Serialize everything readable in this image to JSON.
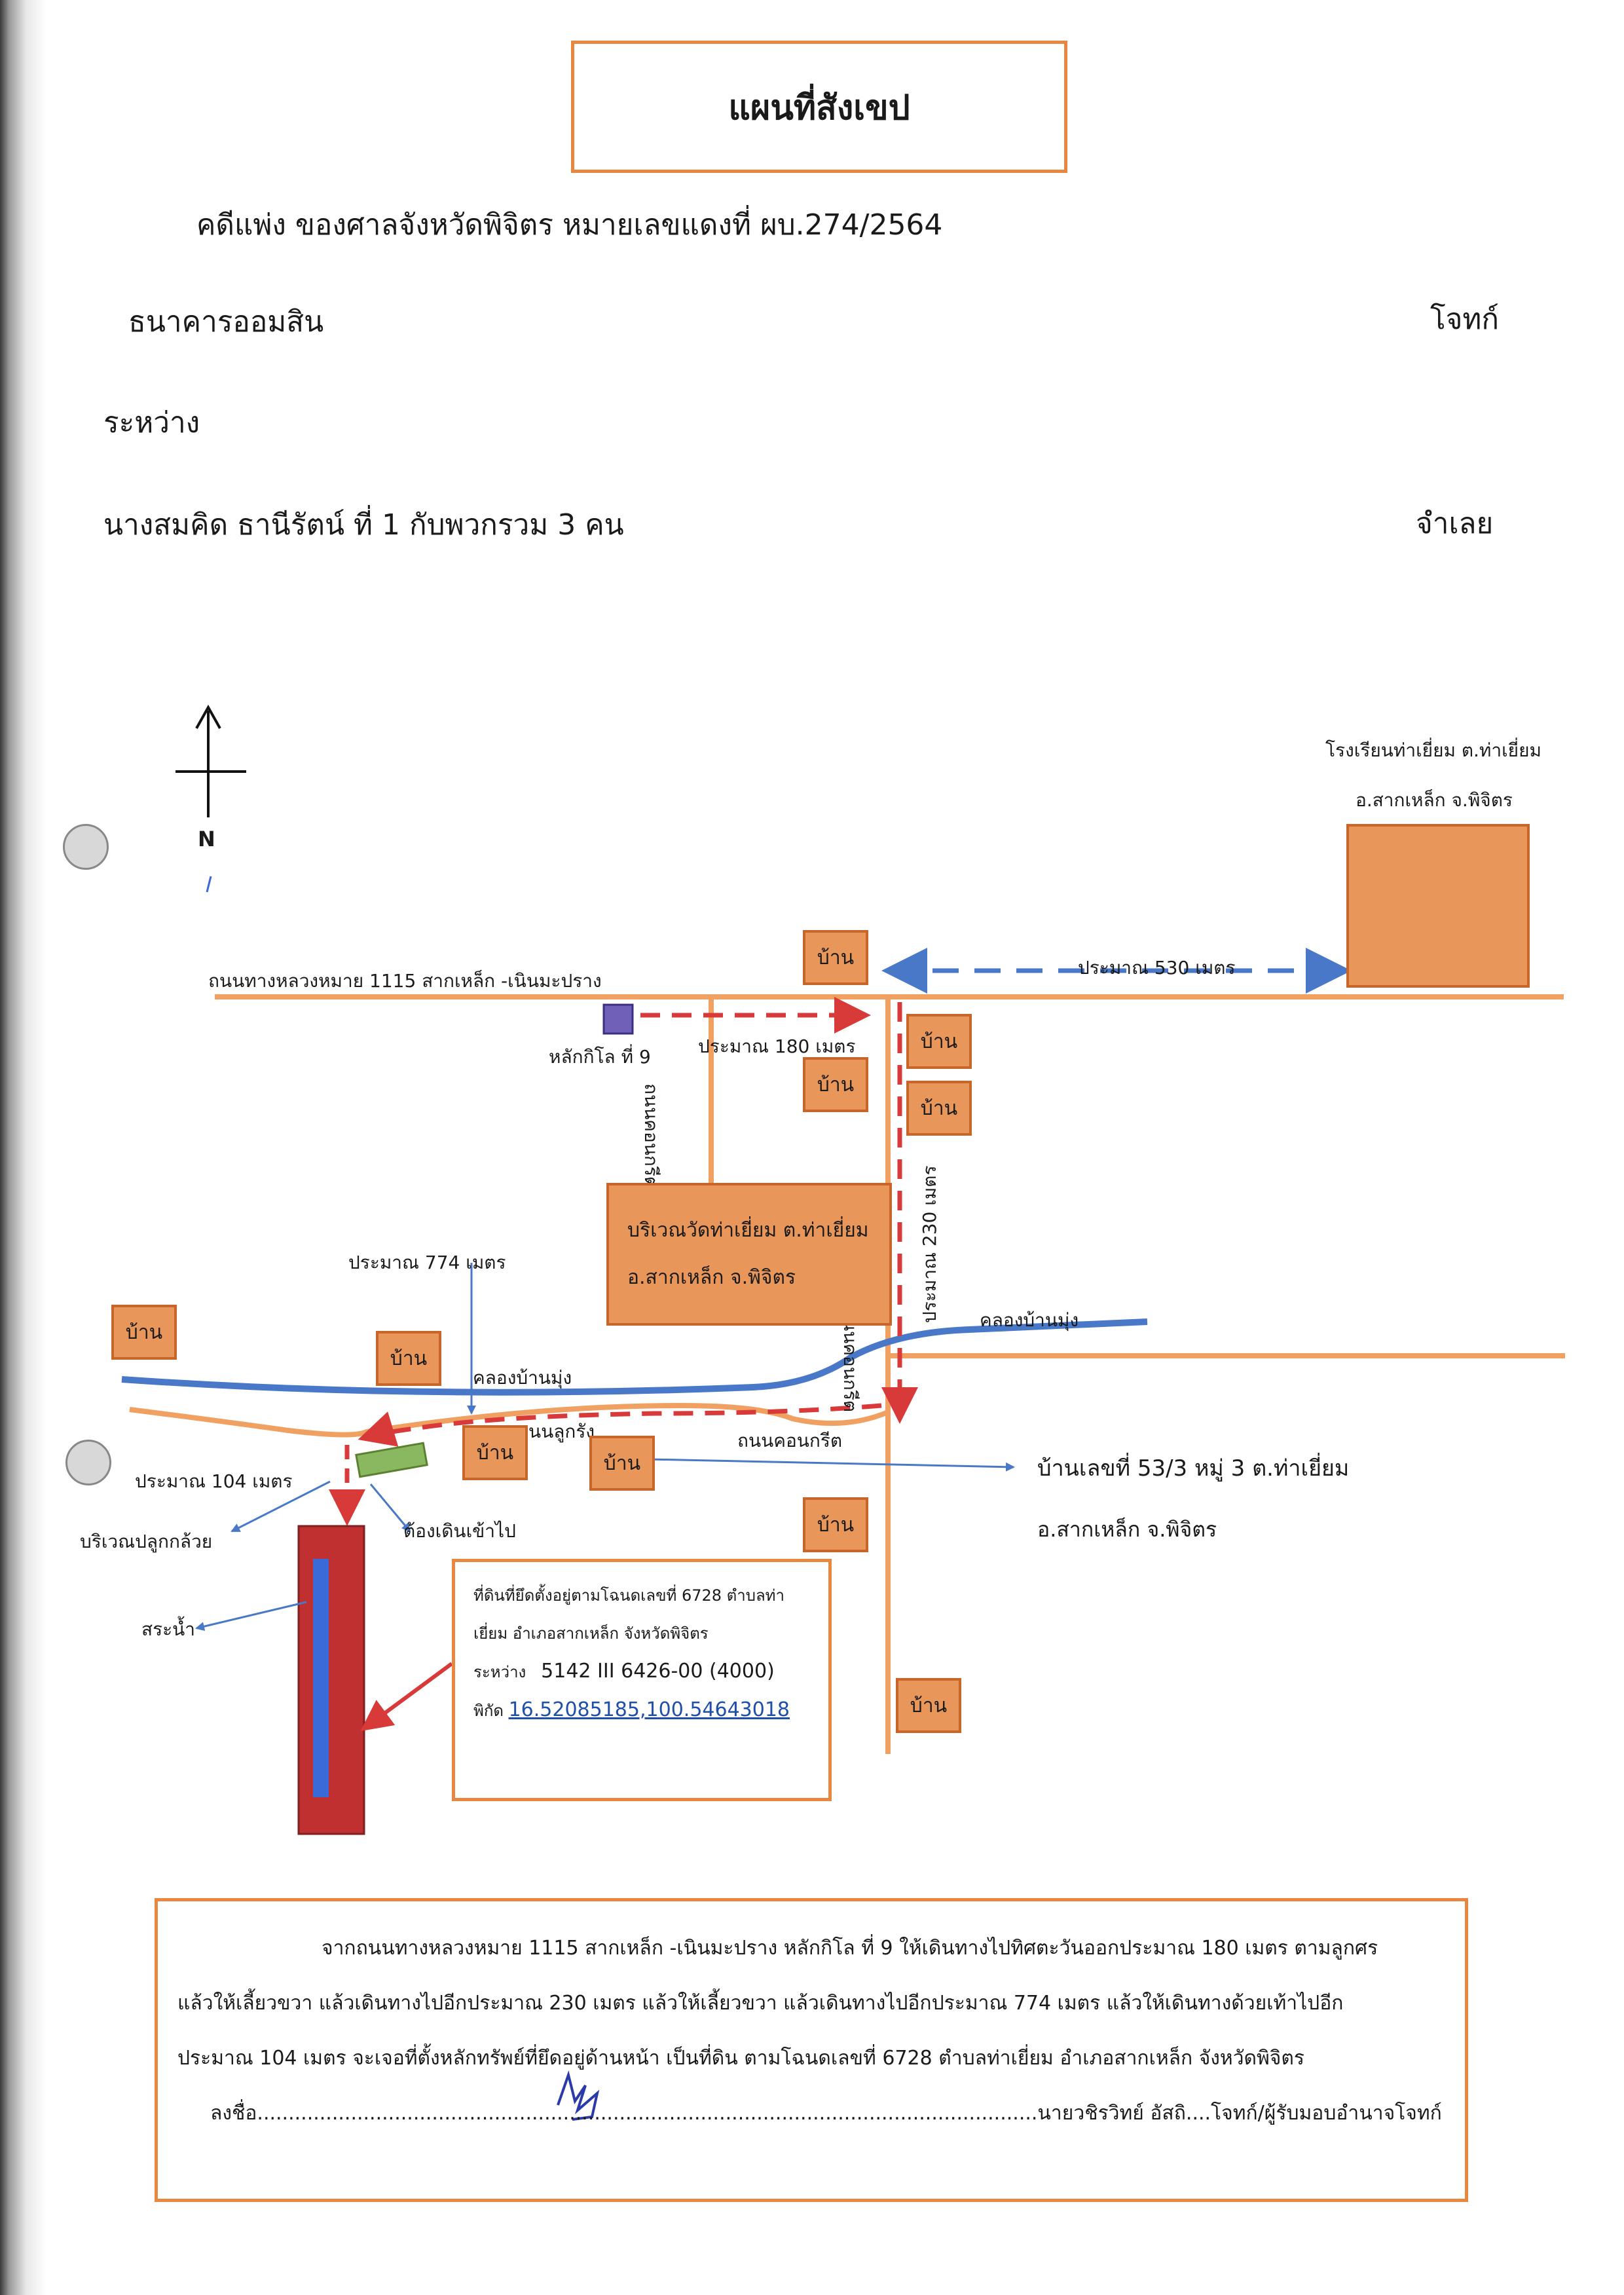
{
  "header": {
    "title": "แผนที่สังเขป",
    "case_line": "คดีแพ่ง   ของศาลจังหวัดพิจิตร  หมายเลขแดงที่ ผบ.274/2564",
    "plaintiff_name": "ธนาคารออมสิน",
    "plaintiff_role": "โจทก์",
    "between": "ระหว่าง",
    "defendant_name": "นางสมคิด  ธานีรัตน์  ที่ 1  กับพวกรวม  3  คน",
    "defendant_role": "จำเลย"
  },
  "map": {
    "north": "N",
    "school_line1": "โรงเรียนท่าเยี่ยม ต.ท่าเยี่ยม",
    "school_line2": "อ.สากเหล็ก จ.พิจิตร",
    "highway": "ถนนทางหลวงหมาย  1115  สากเหล็ก  -เนินมะปราง",
    "dist_530": "ประมาณ   530  เมตร",
    "km_marker": "หลักกิโล  ที่  9",
    "dist_180": "ประมาณ   180  เมตร",
    "soi_side": "ถนนคอนกรีต",
    "dist_230": "ประมาณ   230   เมตร",
    "temple_line1": "บริเวณวัดท่าเยี่ยม ต.ท่าเยี่ยม",
    "temple_line2": "อ.สากเหล็ก จ.พิจิตร",
    "dist_774": "ประมาณ  774 เมตร",
    "canal_left": "คลองบ้านมุ่ง",
    "canal_right": "คลองบ้านมุ่ง",
    "dirt_road": "ถนนลูกรัง",
    "concrete_road": "ถนนคอนกรีต",
    "concrete_vertical": "ถนนคอนกรีต",
    "dist_104": "ประมาณ  104  เมตร",
    "banana": "บริเวณปลูกกล้วย",
    "walk_in": "ต้องเดินเข้าไป",
    "pond": "สระน้ำ",
    "house_label": "บ้าน",
    "address_line1": "บ้านเลขที่ 53/3 หมู่  3 ต.ท่าเยี่ยม",
    "address_line2": "อ.สากเหล็ก  จ.พิจิตร"
  },
  "info": {
    "line1": "ที่ดินที่ยึดตั้งอยู่ตามโฉนดเลขที่  6728  ตำบลท่า",
    "line2": "เยี่ยม  อำเภอสากเหล็ก  จังหวัดพิจิตร",
    "range_label": "ระหว่าง",
    "range_value": "5142 III 6426-00 (4000)",
    "coord_label": "พิกัด",
    "coord_value": "16.52085185,100.54643018"
  },
  "route": {
    "line1": "จากถนนทางหลวงหมาย  1115  สากเหล็ก -เนินมะปราง  หลักกิโล  ที่  9  ให้เดินทางไปทิศตะวันออกประมาณ  180  เมตร ตามลูกศร",
    "line2": "แล้วให้เลี้ยวขวา  แล้วเดินทางไปอีกประมาณ  230  เมตร  แล้วให้เลี้ยวขวา  แล้วเดินทางไปอีกประมาณ  774  เมตร  แล้วให้เดินทางด้วยเท้าไปอีก",
    "line3": "ประมาณ  104  เมตร  จะเจอที่ตั้งหลักทรัพย์ที่ยึดอยู่ด้านหน้า  เป็นที่ดิน  ตามโฉนดเลขที่  6728  ตำบลท่าเยี่ยม  อำเภอสากเหล็ก  จังหวัดพิจิตร",
    "sign_prefix": "ลงชื่อ.............................................................................................................................นายวชิรวิทย์  อัสถิ....โจทก์/ผู้รับมอบอำนาจโจทก์"
  },
  "colors": {
    "orange": "#e8873f",
    "house_fill": "#e8965a",
    "road": "#f0a060",
    "canal": "#4a78c8",
    "route_red": "#d83a3a",
    "dashed_blue": "#4a78c8",
    "pond_red": "#c03030",
    "pond_blue": "#3a6ad8",
    "marker_purple": "#7060b8",
    "land_green": "#8ab860"
  }
}
